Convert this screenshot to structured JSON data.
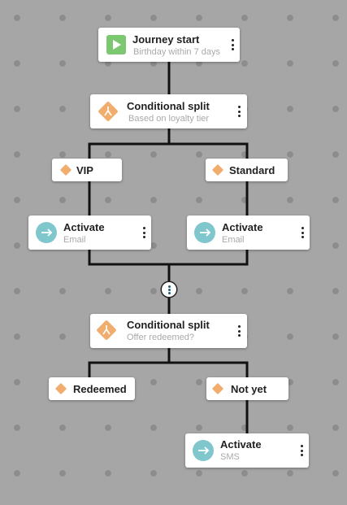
{
  "journey_start": {
    "title": "Journey start",
    "subtitle": "Birthday within 7 days",
    "icon": "play-icon"
  },
  "split_1": {
    "title": "Conditional split",
    "subtitle": "Based on loyalty tier",
    "icon": "split-icon"
  },
  "branch_vip": {
    "label": "VIP"
  },
  "branch_standard": {
    "label": "Standard"
  },
  "activate_vip": {
    "title": "Activate",
    "subtitle": "Email",
    "icon": "arrow-right-icon"
  },
  "activate_standard": {
    "title": "Activate",
    "subtitle": "Email",
    "icon": "arrow-right-icon"
  },
  "split_2": {
    "title": "Conditional split",
    "subtitle": "Offer redeemed?",
    "icon": "split-icon"
  },
  "branch_redeemed": {
    "label": "Redeemed"
  },
  "branch_not_yet": {
    "label": "Not yet"
  },
  "activate_sms": {
    "title": "Activate",
    "subtitle": "SMS",
    "icon": "arrow-right-icon"
  },
  "colors": {
    "canvas": "#a6a6a6",
    "dot": "#8d8d8d",
    "connector": "#111111",
    "start_green": "#7cc870",
    "split_orange": "#f0ad6e",
    "activate_teal": "#7fc6cd",
    "merge_dot_blue": "#1f5f7a"
  }
}
